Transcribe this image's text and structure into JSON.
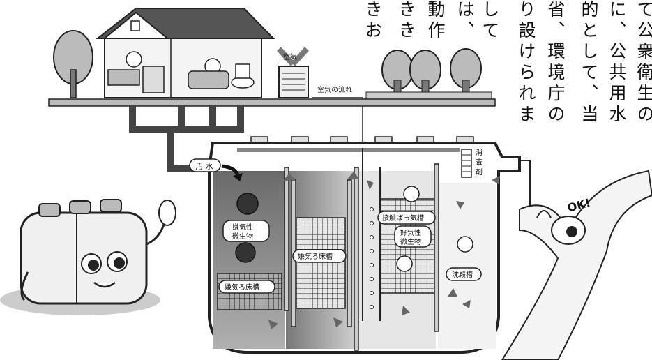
{
  "text_columns": [
    {
      "text": "して"
    },
    {
      "text": "は、"
    },
    {
      "text": "動作"
    },
    {
      "text": "きき"
    },
    {
      "text": "きお"
    }
  ],
  "text_columns_right": [
    {
      "text": "り設けられま"
    },
    {
      "text": "省、環境庁の"
    },
    {
      "text": "的として、当"
    },
    {
      "text": "に、公共用水"
    },
    {
      "text": "て公衆衛生の"
    }
  ],
  "labels": {
    "air": "空気",
    "air_flow": "空気の流れ",
    "sewage": "汚 水",
    "anaerobic_microbe_1": "嫌気性",
    "anaerobic_microbe_2": "微生物",
    "anaerobic_tank": "嫌気ろ床槽",
    "contact_aeration_tank": "接触ばっ気槽",
    "aerobic_microbe_1": "好気性",
    "aerobic_microbe_2": "微生物",
    "settling_tank": "沈殿槽",
    "disinfectant": "消毒剤",
    "ok": "OK!"
  },
  "colors": {
    "dark_gray": "#3a3a3a",
    "mid_gray": "#8a8a8a",
    "light_gray": "#d0d0d0",
    "very_light": "#ececec"
  }
}
